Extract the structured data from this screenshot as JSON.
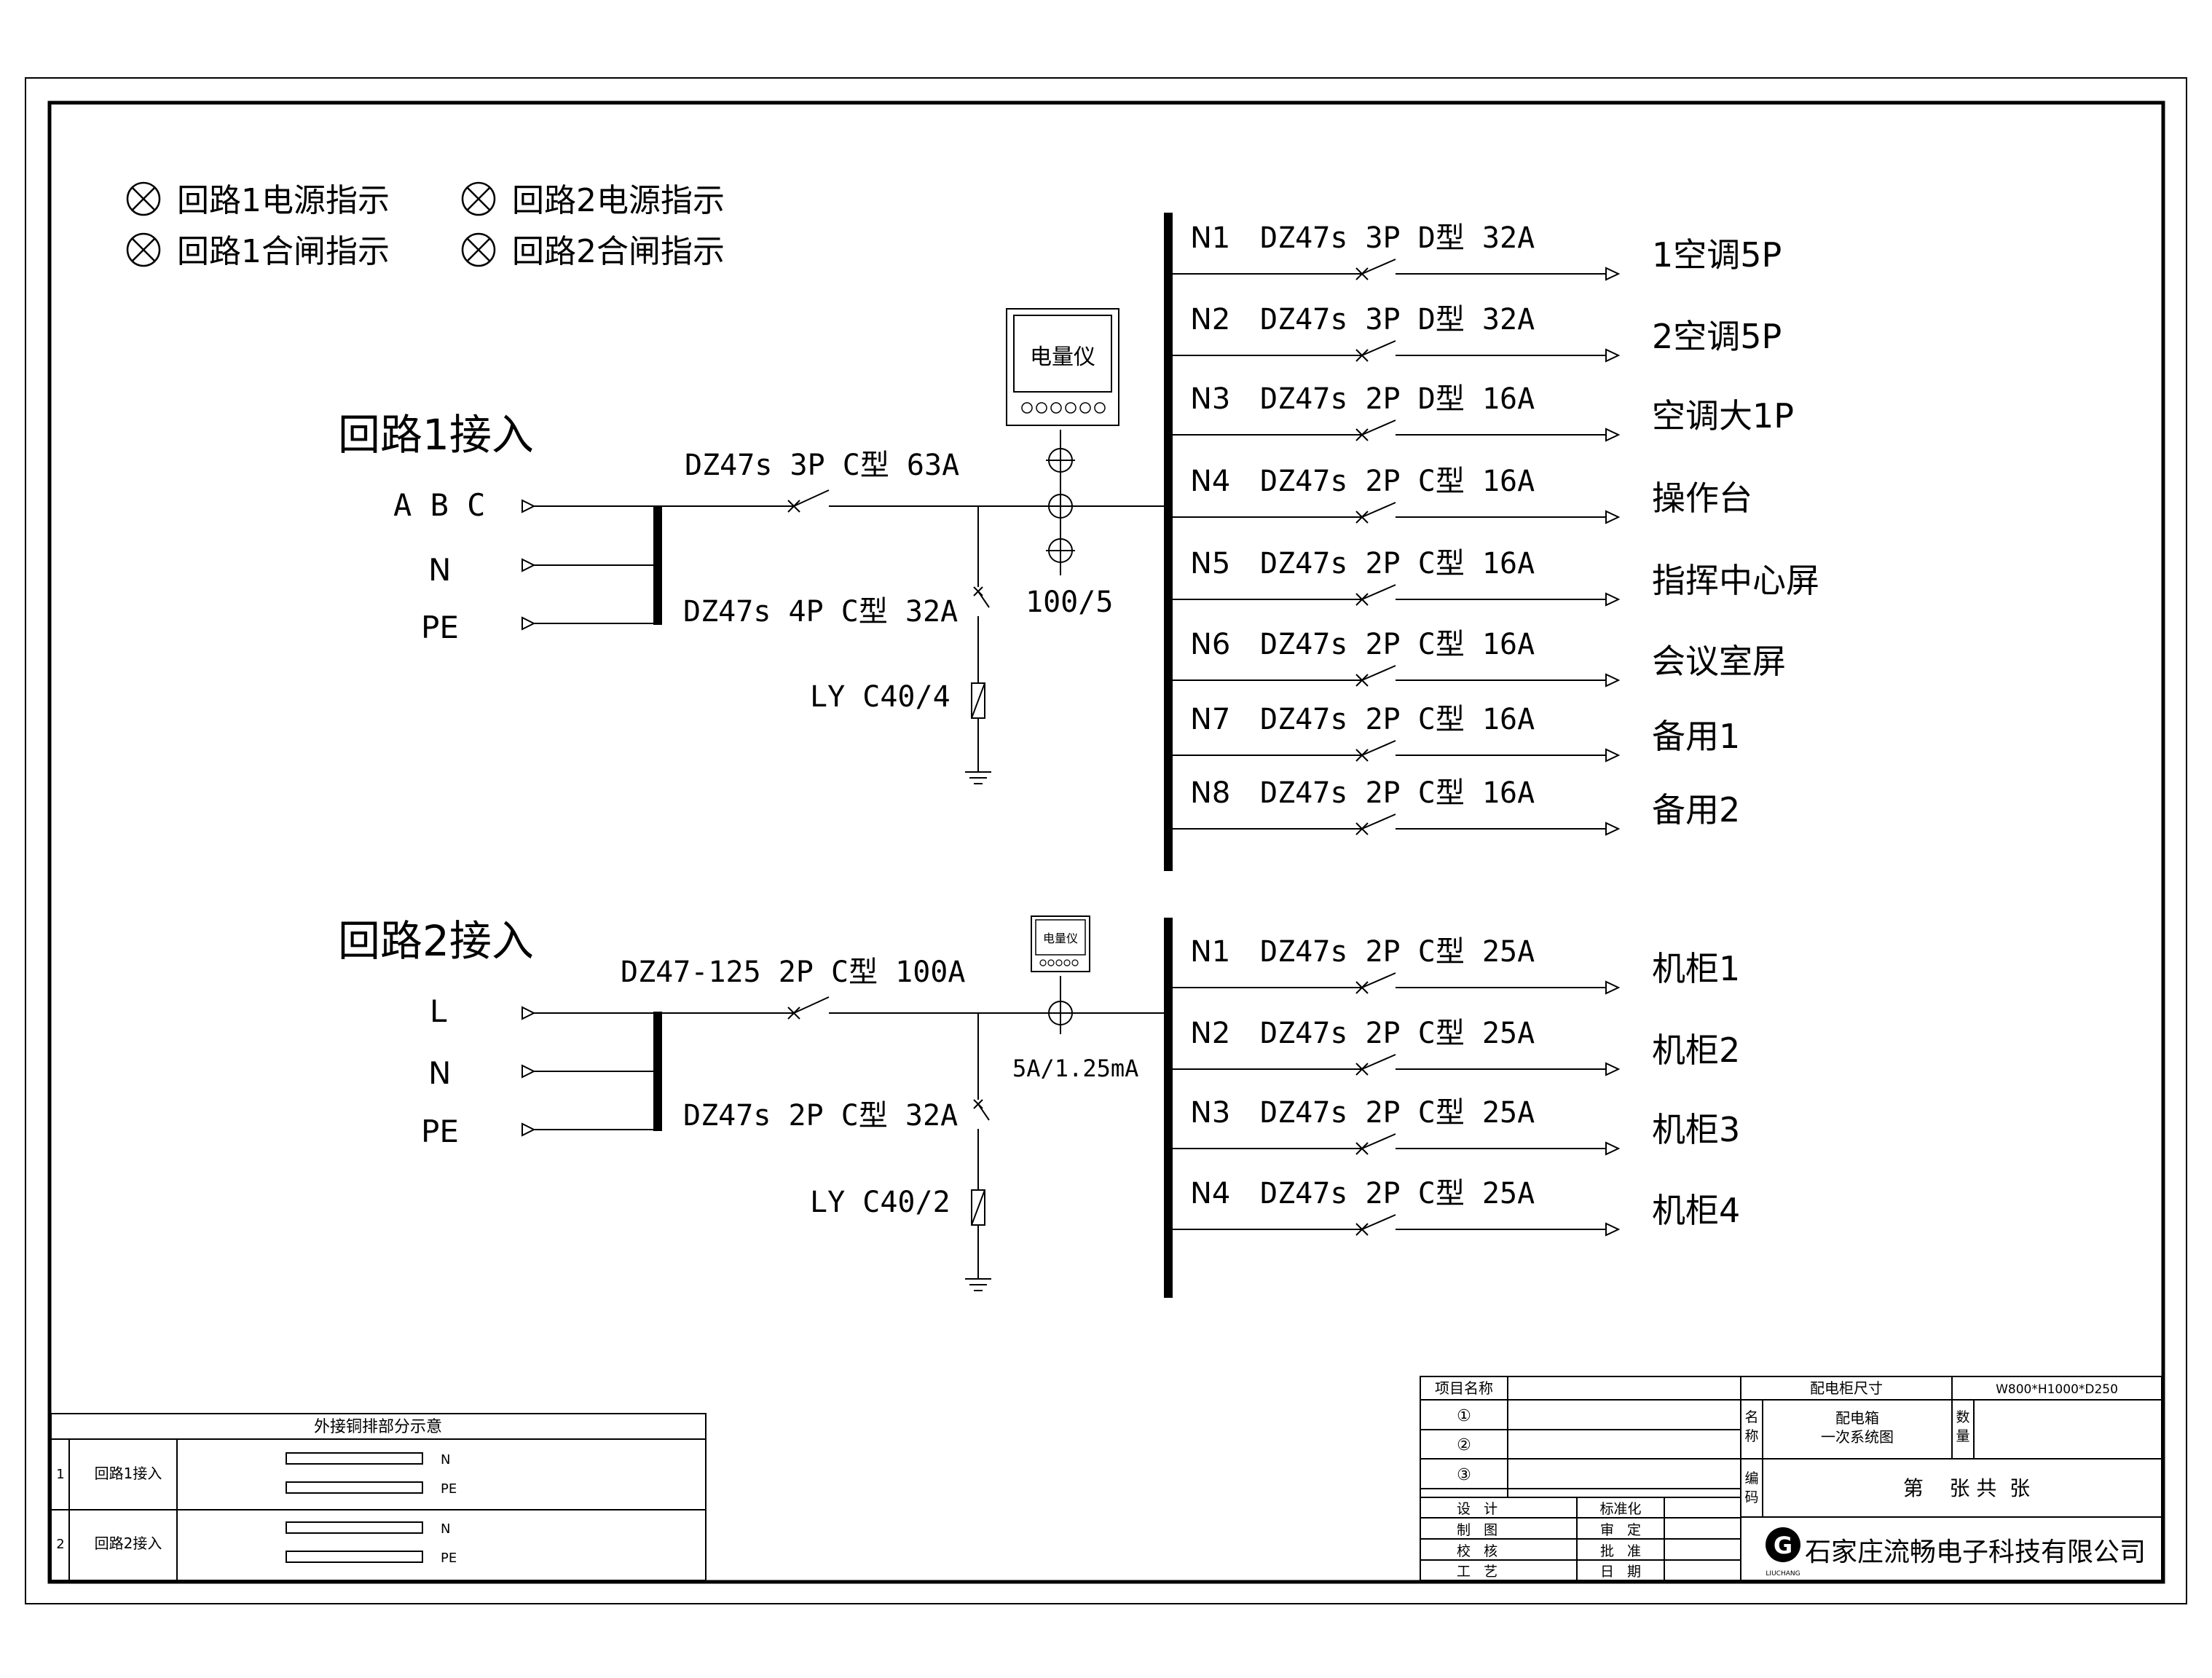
{
  "indicators": [
    {
      "label": "回路1电源指示"
    },
    {
      "label": "回路2电源指示"
    },
    {
      "label": "回路1合闸指示"
    },
    {
      "label": "回路2合闸指示"
    }
  ],
  "circuit1": {
    "title": "回路1接入",
    "phase_label": "A B C",
    "n_label": "N",
    "pe_label": "PE",
    "main_breaker": "DZ47s 3P C型 63A",
    "spd_breaker": "DZ47s 4P C型 32A",
    "spd": "LY C40/4",
    "ct_ratio": "100/5",
    "meter": "电量仪",
    "branches": [
      {
        "id": "N1",
        "breaker": "DZ47s 3P D型 32A",
        "load": "1空调5P"
      },
      {
        "id": "N2",
        "breaker": "DZ47s 3P D型 32A",
        "load": "2空调5P"
      },
      {
        "id": "N3",
        "breaker": "DZ47s 2P D型 16A",
        "load": "空调大1P"
      },
      {
        "id": "N4",
        "breaker": "DZ47s 2P C型 16A",
        "load": "操作台"
      },
      {
        "id": "N5",
        "breaker": "DZ47s 2P C型 16A",
        "load": "指挥中心屏"
      },
      {
        "id": "N6",
        "breaker": "DZ47s 2P C型 16A",
        "load": "会议室屏"
      },
      {
        "id": "N7",
        "breaker": "DZ47s 2P C型 16A",
        "load": "备用1"
      },
      {
        "id": "N8",
        "breaker": "DZ47s 2P C型 16A",
        "load": "备用2"
      }
    ]
  },
  "circuit2": {
    "title": "回路2接入",
    "phase_label": "L",
    "n_label": "N",
    "pe_label": "PE",
    "main_breaker": "DZ47-125 2P C型 100A",
    "spd_breaker": "DZ47s 2P C型 32A",
    "spd": "LY C40/2",
    "ct_ratio": "5A/1.25mA",
    "meter": "电量仪",
    "branches": [
      {
        "id": "N1",
        "breaker": "DZ47s 2P C型 25A",
        "load": "机柜1"
      },
      {
        "id": "N2",
        "breaker": "DZ47s 2P C型 25A",
        "load": "机柜2"
      },
      {
        "id": "N3",
        "breaker": "DZ47s 2P C型 25A",
        "load": "机柜3"
      },
      {
        "id": "N4",
        "breaker": "DZ47s 2P C型 25A",
        "load": "机柜4"
      }
    ]
  },
  "busbar_table": {
    "title": "外接铜排部分示意",
    "rows": [
      {
        "no": "1",
        "name": "回路1接入",
        "bars": [
          "N",
          "PE"
        ]
      },
      {
        "no": "2",
        "name": "回路2接入",
        "bars": [
          "N",
          "PE"
        ]
      }
    ]
  },
  "title_block": {
    "project_label": "项目名称",
    "items": [
      "①",
      "②",
      "③"
    ],
    "cabinet_size_label": "配电柜尺寸",
    "cabinet_size": "W800*H1000*D250",
    "name_label": [
      "名",
      "称"
    ],
    "name_value": [
      "配电箱",
      "一次系统图"
    ],
    "qty_label": [
      "数",
      "量"
    ],
    "code_label": [
      "编",
      "码"
    ],
    "sheet_text": "第    张 共  张",
    "roles": [
      {
        "left": "设   计",
        "right": "标准化"
      },
      {
        "left": "制   图",
        "right": "审   定"
      },
      {
        "left": "校   核",
        "right": "批   准"
      },
      {
        "left": "工   艺",
        "right": "日   期"
      }
    ],
    "company": "石家庄流畅电子科技有限公司",
    "logo_text": "LIUCHANG"
  }
}
